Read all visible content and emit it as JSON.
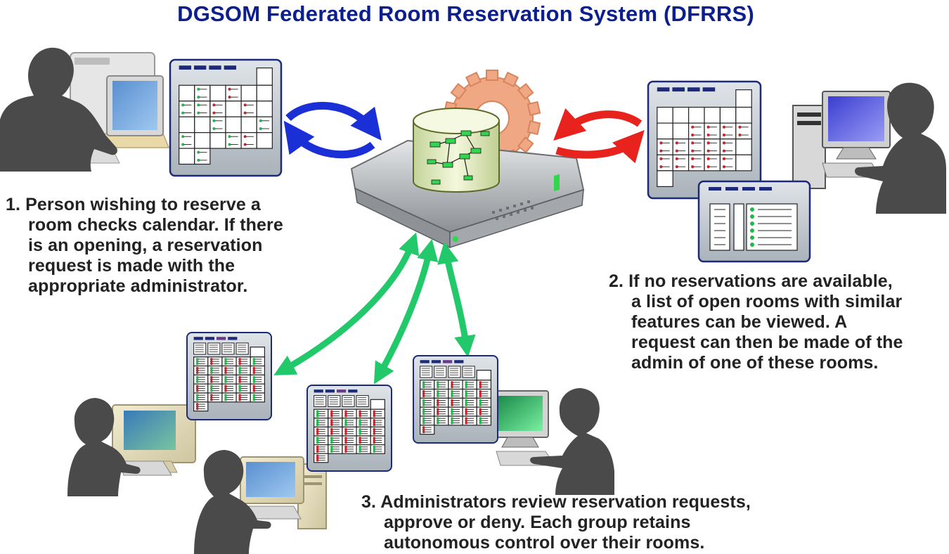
{
  "title": "DGSOM Federated Room Reservation System  (DFRRS)",
  "colors": {
    "title": "#0d1f8c",
    "arrow_blue": "#1a2fd6",
    "arrow_red": "#e8231d",
    "arrow_green": "#22c96a",
    "silhouette": "#4a4a4a",
    "panel_border": "#1d2a7a",
    "panel_bg": "#c9cfd4",
    "dot_green": "#20b84a",
    "dot_red": "#c8232c",
    "gear": "#f0a884"
  },
  "icons": [
    "person-silhouette-icon",
    "computer-icon",
    "calendar-panel-icon",
    "server-icon",
    "database-icon",
    "gear-icon",
    "sync-arrows-icon",
    "bidirectional-arrow-icon"
  ],
  "steps": [
    {
      "number": "1.",
      "lines": [
        "Person wishing to reserve a",
        "room checks calendar.  If there",
        "is an opening, a reservation",
        "request is made with the",
        "appropriate administrator."
      ]
    },
    {
      "number": "2.",
      "lines": [
        "If no reservations are available,",
        "a list of open rooms with similar",
        "features can be viewed.  A",
        "request can then be made of the",
        "admin of one of these rooms."
      ]
    },
    {
      "number": "3.",
      "lines": [
        "Administrators review reservation requests,",
        "approve or deny.  Each group retains",
        "autonomous control over their rooms."
      ]
    }
  ]
}
